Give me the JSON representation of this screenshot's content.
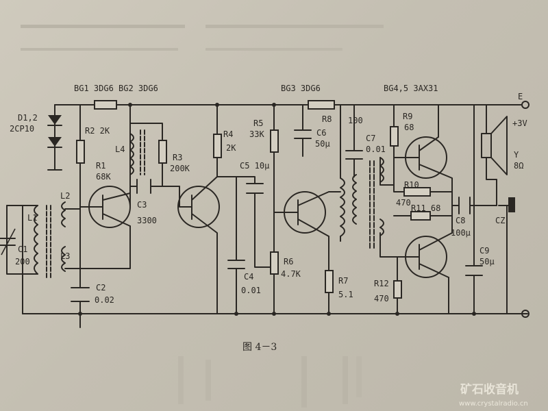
{
  "figure_caption": "图 4－3",
  "watermark": {
    "title": "矿石收音机",
    "url": "www.crystalradio.cn"
  },
  "labels": {
    "bg12": "BG1 3DG6 BG2 3DG6",
    "bg3": "BG3 3DG6",
    "bg45": "BG4,5 3AX31",
    "d12": "D1,2",
    "d_type": "2CP10",
    "r2": "R2 2K",
    "l4": "L4",
    "r1": "R1",
    "r1_val": "68K",
    "r3": "R3",
    "r3_val": "200K",
    "c3": "C3",
    "c3_val": "3300",
    "r4": "R4",
    "r4_val": "2K",
    "r5": "R5",
    "r5_val": "33K",
    "c5": "C5 10μ",
    "r8": "R8",
    "c6": "C6",
    "c6_val": "50μ",
    "n100": "100",
    "c7": "C7",
    "c7_val": "0.01",
    "r9": "R9",
    "r9_val": "68",
    "r10": "R10",
    "r10_val": "470",
    "r11": "R11 68",
    "c8": "C8",
    "c8_val": "100μ",
    "cz": "CZ",
    "e": "E",
    "v3": "+3V",
    "y": "Y",
    "y_val": "8Ω",
    "c9": "C9",
    "c9_val": "50μ",
    "l2": "L2",
    "l1": "L1",
    "l3": "L3",
    "c1": "C1",
    "c1_val": "200",
    "c2": "C2",
    "c2_val": "0.02",
    "c4": "C4",
    "c4_val": "0.01",
    "r6": "R6",
    "r6_val": "4.7K",
    "r7": "R7",
    "r7_val": "5.1",
    "r12": "R12",
    "r12_val": "470"
  }
}
